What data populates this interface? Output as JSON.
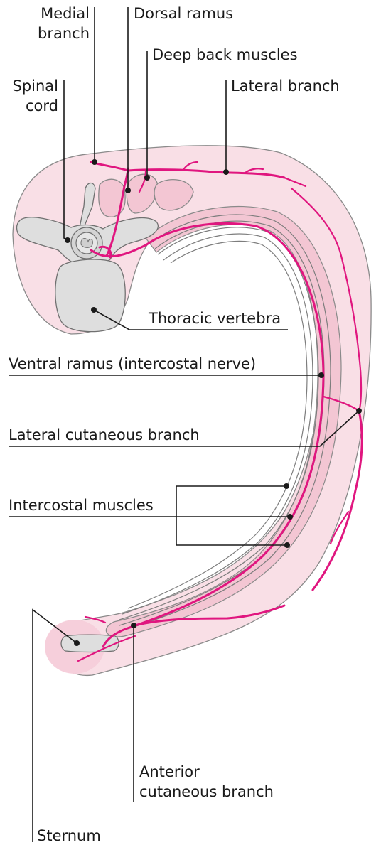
{
  "labels": {
    "medial_branch_1": "Medial",
    "medial_branch_2": "branch",
    "dorsal_ramus": "Dorsal ramus",
    "deep_back_muscles": "Deep back muscles",
    "spinal_cord_1": "Spinal",
    "spinal_cord_2": "cord",
    "lateral_branch": "Lateral branch",
    "thoracic_vertebra": "Thoracic vertebra",
    "ventral_ramus": "Ventral ramus (intercostal nerve)",
    "lateral_cutaneous_branch": "Lateral cutaneous branch",
    "intercostal_muscles": "Intercostal muscles",
    "anterior_cutaneous_1": "Anterior",
    "anterior_cutaneous_2": "cutaneous branch",
    "sternum": "Sternum"
  },
  "colors": {
    "nerve": "#e0167f",
    "skin_fill": "#f9dfe6",
    "muscle_fill": "#f3c6d3",
    "bone_fill": "#dedede"
  }
}
